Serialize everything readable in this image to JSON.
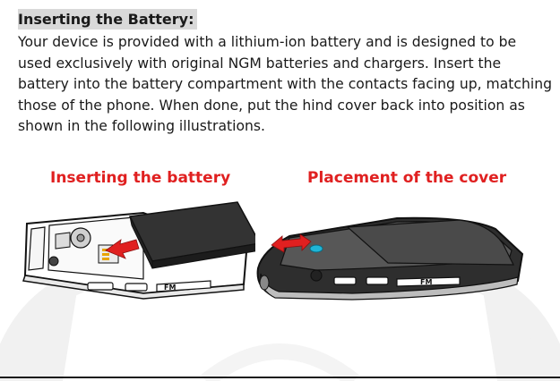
{
  "section": {
    "heading": "Inserting the Battery:",
    "body": "Your device is provided with a lithium-ion battery and is designed to be used exclusively with original NGM batteries and chargers. Insert the battery into the battery compartment with the contacts facing up, matching those of the phone. When done, put the hind cover back into position as shown in the following illustrations."
  },
  "illustrations": [
    {
      "caption": "Inserting the battery",
      "device_label": "FM"
    },
    {
      "caption": "Placement of the cover",
      "device_label": "FM"
    }
  ],
  "colors": {
    "caption": "#e02020",
    "arrow": "#e02020",
    "heading_bg": "#d9d9d9",
    "battery": "#3a3a3a",
    "watermark": "#f0f0f0"
  }
}
